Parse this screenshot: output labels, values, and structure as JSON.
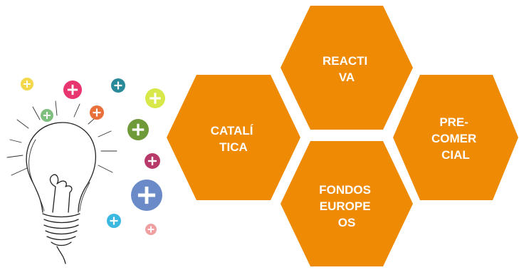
{
  "colors": {
    "hexagon_fill": "#ee8a03",
    "hexagon_text": "#ffffff",
    "background": "#ffffff"
  },
  "hexagons": [
    {
      "id": "reactiva",
      "lines": [
        "REACTI",
        "VA"
      ]
    },
    {
      "id": "catalitica",
      "lines": [
        "CATALÍ",
        "TICA"
      ]
    },
    {
      "id": "precomercial",
      "lines": [
        "PRE-",
        "COMER",
        "CIAL"
      ]
    },
    {
      "id": "fondos-europeos",
      "lines": [
        "FONDOS",
        "EUROPE",
        "OS"
      ]
    }
  ],
  "illustration": {
    "subject": "lightbulb-idea-sketch",
    "plus_badge_colors": [
      "#f2d84a",
      "#e8356f",
      "#2a8a9a",
      "#d8e84a",
      "#7fbf7f",
      "#e8703a",
      "#6f9a3a",
      "#b83a6a",
      "#6a8ac8",
      "#3ab8e0",
      "#f0a0a0"
    ]
  }
}
